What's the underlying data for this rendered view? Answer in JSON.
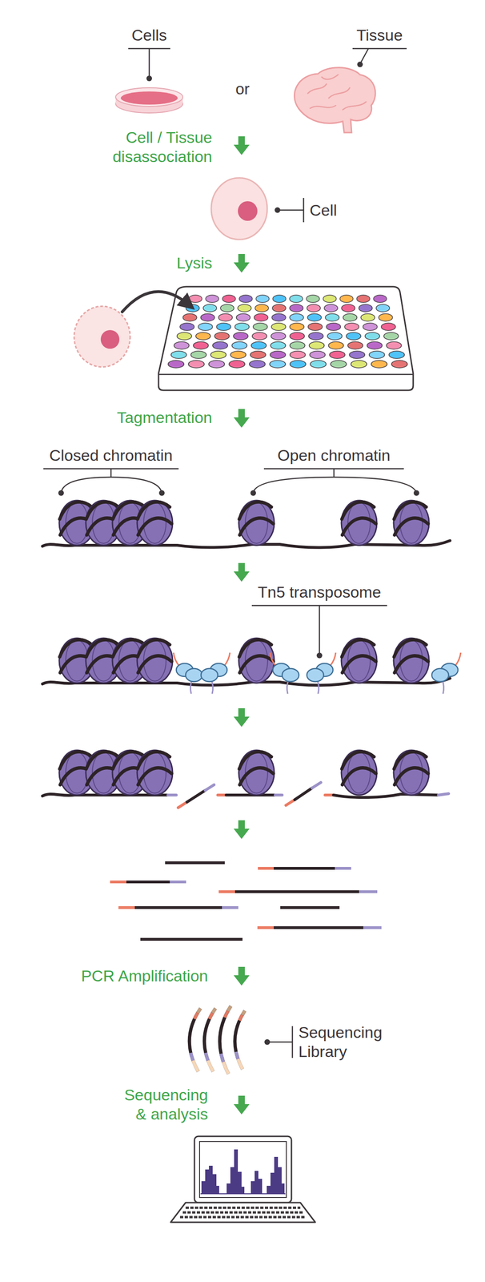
{
  "diagram": {
    "labels": [
      "Cells",
      "Tissue",
      "or",
      "Cell / Tissue disassociation",
      "Cell",
      "Lysis",
      "Tagmentation",
      "Closed chromatin",
      "Open chromatin",
      "Tn5 transposome",
      "PCR Amplification",
      "Sequencing Library",
      "Sequencing & analysis"
    ]
  }
}
